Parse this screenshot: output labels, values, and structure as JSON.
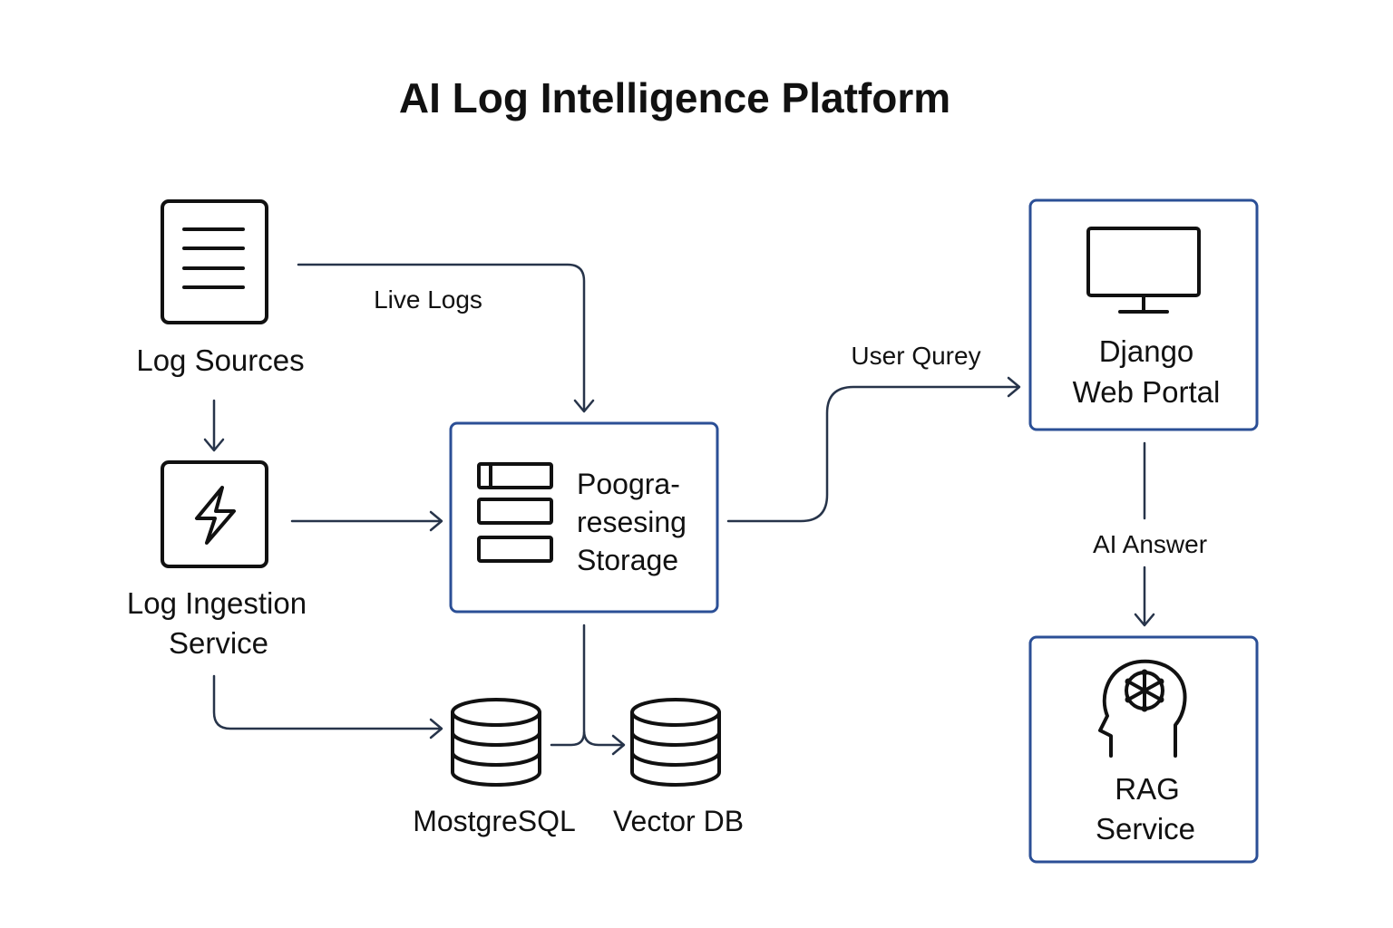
{
  "title": "AI Log Intelligence Platform",
  "nodes": {
    "log_sources": {
      "label": "Log Sources",
      "icon": "document-icon"
    },
    "log_ingestion": {
      "line1": "Log Ingestion",
      "line2": "Service",
      "icon": "lightning-icon"
    },
    "storage": {
      "line1": "Poogra-",
      "line2": "resesing",
      "line3": "Storage",
      "icon": "storage-stack-icon"
    },
    "mostgresql": {
      "label": "MostgreSQL",
      "icon": "database-icon"
    },
    "vector_db": {
      "label": "Vector DB",
      "icon": "database-icon"
    },
    "django_portal": {
      "line1": "Django",
      "line2": "Web Portal",
      "icon": "monitor-icon"
    },
    "rag_service": {
      "line1": "RAG",
      "line2": "Service",
      "icon": "ai-head-icon"
    }
  },
  "edges": {
    "live_logs": "Live Logs",
    "user_query": "User Qurey",
    "ai_answer": "AI Answer"
  },
  "colors": {
    "box_border": "#2b4f96",
    "arrow": "#27344a",
    "text": "#111111"
  }
}
